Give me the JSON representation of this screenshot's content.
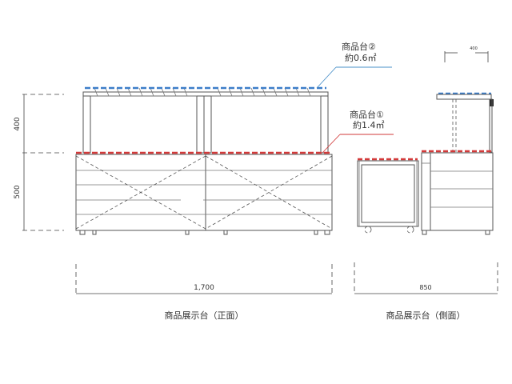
{
  "labels": {
    "shelf2_name": "商品台②",
    "shelf2_area": "約0.6㎡",
    "shelf1_name": "商品台①",
    "shelf1_area": "約1.4㎡",
    "front_caption": "商品展示台（正面）",
    "side_caption": "商品展示台（側面）"
  },
  "dimensions": {
    "upper_height": "400",
    "lower_height": "500",
    "front_width": "1,700",
    "side_width": "850",
    "top_width": "400"
  },
  "colors": {
    "shelf2_top": "#3d7ec9",
    "shelf1_top": "#d23a3a",
    "shelf2_leader": "#4a90c8",
    "shelf1_leader": "#d23a3a",
    "line": "#555555"
  }
}
